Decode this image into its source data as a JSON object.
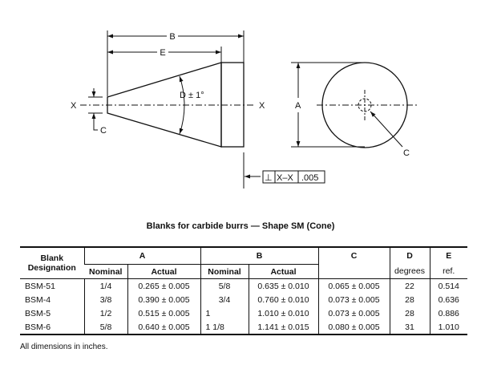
{
  "drawing": {
    "label_b": "B",
    "label_e": "E",
    "label_d": "D ± 1°",
    "label_x": "X",
    "label_c": "C",
    "label_a": "A",
    "tolerance": {
      "symbol": "⊥",
      "datum": "X–X",
      "value": ".005"
    }
  },
  "title": "Blanks for carbide burrs — Shape SM (Cone)",
  "table": {
    "headers": {
      "blank": "Blank Designation",
      "a": "A",
      "b": "B",
      "c": "C",
      "d": "D",
      "e": "E",
      "nominal": "Nominal",
      "actual": "Actual",
      "degrees": "degrees",
      "ref": "ref."
    },
    "rows": [
      {
        "designation": "BSM-51",
        "a_nominal": "1/4",
        "a_actual": "0.265 ± 0.005",
        "b_nominal": "5/8",
        "b_actual": "0.635 ± 0.010",
        "c": "0.065 ± 0.005",
        "d": "22",
        "e": "0.514"
      },
      {
        "designation": "BSM-4",
        "a_nominal": "3/8",
        "a_actual": "0.390 ± 0.005",
        "b_nominal": "3/4",
        "b_actual": "0.760 ± 0.010",
        "c": "0.073 ± 0.005",
        "d": "28",
        "e": "0.636"
      },
      {
        "designation": "BSM-5",
        "a_nominal": "1/2",
        "a_actual": "0.515 ± 0.005",
        "b_nominal": "1",
        "b_actual": "1.010 ± 0.010",
        "c": "0.073 ± 0.005",
        "d": "28",
        "e": "0.886"
      },
      {
        "designation": "BSM-6",
        "a_nominal": "5/8",
        "a_actual": "0.640 ± 0.005",
        "b_nominal": "1 1/8",
        "b_actual": "1.141 ± 0.015",
        "c": "0.080 ± 0.005",
        "d": "31",
        "e": "1.010"
      }
    ]
  },
  "footer": "All dimensions in inches."
}
